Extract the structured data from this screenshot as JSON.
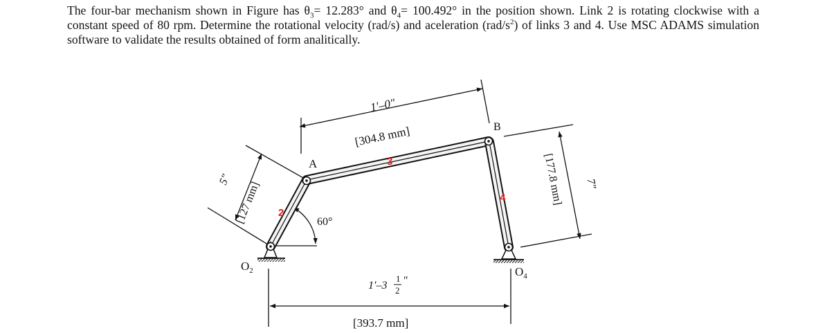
{
  "problem": {
    "p1": "The four-bar mechanism shown in Figure has θ",
    "s3": "3",
    "p2": "= 12.283° and θ",
    "s4": "4",
    "p3": "= 100.492° in the position shown. Link 2 is rotating clockwise with a constant speed of 80 rpm. Determine the rotational velocity (rad/s) and aceleration (rad/s",
    "sup2": "2",
    "p4": ") of links 3 and 4. Use MSC ADAMS simulation software to validate the results obtained of form analitically."
  },
  "figure": {
    "dim_link3_imperial": "1′–0″",
    "dim_link3_metric": "[304.8 mm]",
    "dim_ground_imperial_a": "1′–3",
    "dim_ground_frac_num": "1",
    "dim_ground_frac_den": "2",
    "dim_ground_imperial_b": "″",
    "dim_ground_metric": "[393.7 mm]",
    "dim_link2_imperial": "5″",
    "dim_link2_metric": "[127 mm]",
    "dim_link4_imperial": "7″",
    "dim_link4_metric": "[177.8 mm]",
    "angle_label": "60°",
    "point_a": "A",
    "point_b": "B",
    "pivot_o2": "O",
    "pivot_o2_sub": "2",
    "pivot_o4": "O",
    "pivot_o4_sub": "4",
    "link2_num": "2",
    "link3_num": "3",
    "link4_num": "4"
  }
}
